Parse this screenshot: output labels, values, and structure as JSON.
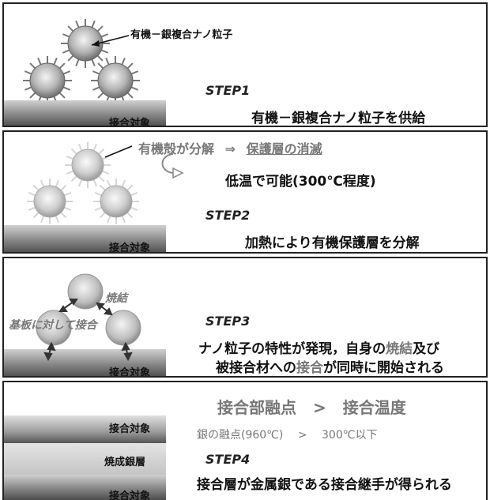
{
  "step1": {
    "step_label": "STEP1",
    "particle_label": "有機－銀複合ナノ粒子",
    "description": "有機－銀複合ナノ粒子を供給",
    "substrate_label": "接合対象"
  },
  "step2": {
    "shell_label": "有機殻が分解",
    "arrow": "⇒",
    "result": "保護層の消滅",
    "low_temp": "低温で可能(300℃程度)",
    "step_label": "STEP2",
    "description": "加熱により有機保護層を分解",
    "substrate_label": "接合対象"
  },
  "step3": {
    "sinter_label": "焼結",
    "bond_label": "基板に対して接合",
    "step_label": "STEP3",
    "desc_line1_a": "ナノ粒子の特性が発現，自身の",
    "desc_line1_b": "焼結",
    "desc_line1_c": "及び",
    "desc_line2_a": "被接合材への",
    "desc_line2_b": "接合",
    "desc_line2_c": "が同時に開始される",
    "substrate_label": "接合対象"
  },
  "step4": {
    "headline_a": "接合部融点",
    "headline_op": ">",
    "headline_b": "接合温度",
    "silver_mp": "銀の融点(960℃)",
    "silver_op": ">",
    "silver_temp": "300℃以下",
    "step_label": "STEP4",
    "description": "接合層が金属銀である接合継手が得られる",
    "layer_top": "接合対象",
    "layer_mid": "焼成銀層",
    "layer_bottom": "接合対象"
  },
  "colors": {
    "highlight": "#7a7a7a",
    "substrate_dark": "#555555",
    "particle_light": "#f0f0f0"
  }
}
